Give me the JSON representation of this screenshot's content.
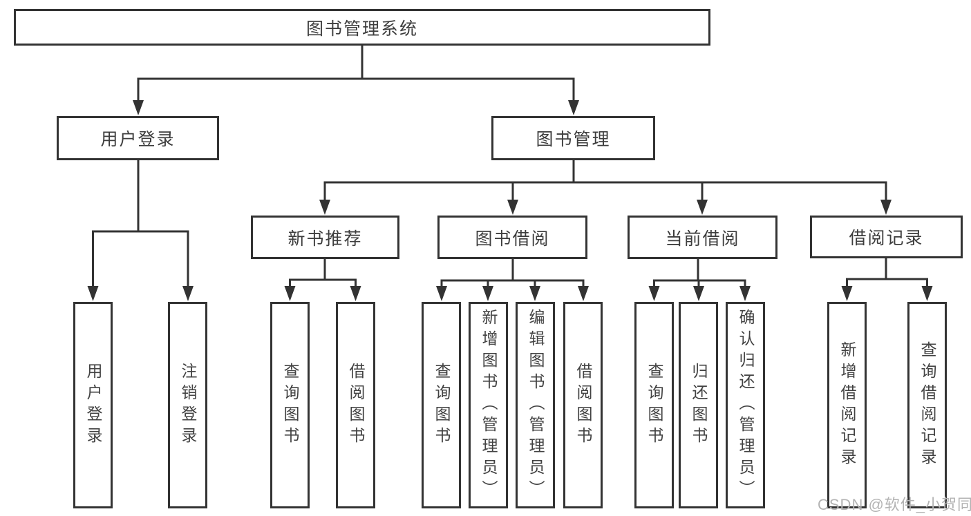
{
  "diagram": {
    "watermark": "CSDN @软件_小贺同学",
    "colors": {
      "line": "#333333",
      "box_border": "#333333",
      "text": "#3d3d3d",
      "watermark": "#b3b3b3",
      "background": "#ffffff"
    },
    "nodes": {
      "root": {
        "label": "图书管理系统"
      },
      "user_login": {
        "label": "用户登录"
      },
      "book_management": {
        "label": "图书管理"
      },
      "new_book_recommendation": {
        "label": "新书推荐"
      },
      "book_borrowing": {
        "label": "图书借阅"
      },
      "current_borrowing": {
        "label": "当前借阅"
      },
      "borrowing_records": {
        "label": "借阅记录"
      }
    },
    "leaves": {
      "user_login": [
        {
          "label": "用户登录"
        },
        {
          "label": "注销登录"
        }
      ],
      "new_book_recommendation": [
        {
          "label": "查询图书"
        },
        {
          "label": "借阅图书"
        }
      ],
      "book_borrowing": [
        {
          "label": "查询图书"
        },
        {
          "label": "新增图书（管理员）"
        },
        {
          "label": "编辑图书（管理员）"
        },
        {
          "label": "借阅图书"
        }
      ],
      "current_borrowing": [
        {
          "label": "查询图书"
        },
        {
          "label": "归还图书"
        },
        {
          "label": "确认归还（管理员）"
        }
      ],
      "borrowing_records": [
        {
          "label": "新增借阅记录"
        },
        {
          "label": "查询借阅记录"
        }
      ]
    }
  }
}
